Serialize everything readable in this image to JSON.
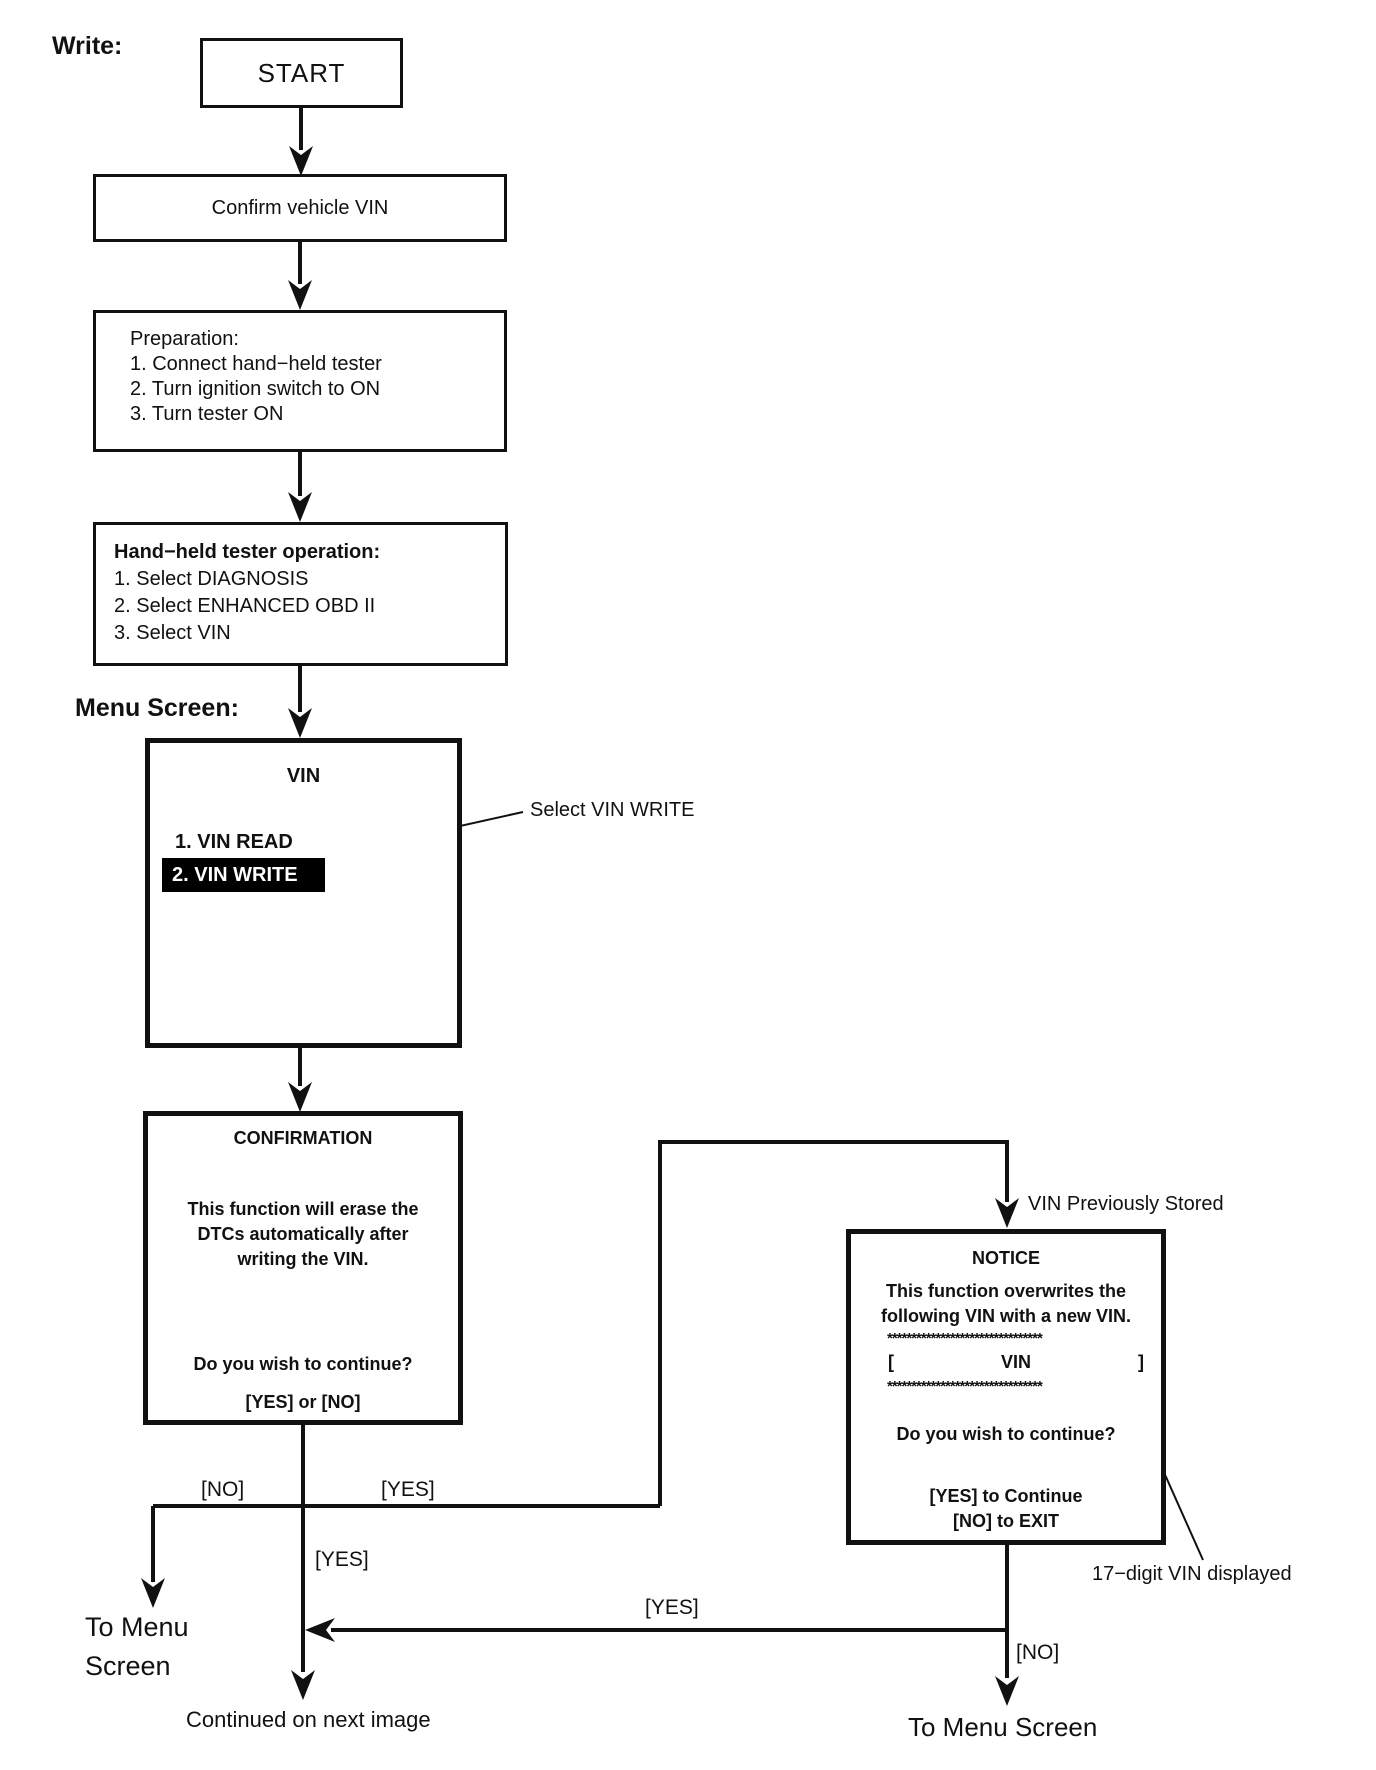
{
  "labels": {
    "write": "Write:",
    "menu_screen": "Menu Screen:",
    "select_vin_write": "Select VIN WRITE",
    "vin_previously_stored": "VIN Previously Stored",
    "seventeen_digit_vin": "17−digit VIN displayed",
    "to_menu_left_line1": "To Menu",
    "to_menu_left_line2": "Screen",
    "to_menu_right": "To Menu Screen",
    "continued": "Continued on next image",
    "no_left": "[NO]",
    "yes_top": "[YES]",
    "yes_mid": "[YES]",
    "yes_return": "[YES]",
    "no_right": "[NO]"
  },
  "nodes": {
    "start": {
      "title": "START"
    },
    "confirm": {
      "title": "Confirm vehicle VIN"
    },
    "preparation": {
      "title": "Preparation:",
      "steps": [
        "1. Connect hand−held tester",
        "2. Turn ignition switch to ON",
        "3. Turn tester ON"
      ]
    },
    "tester_operation": {
      "title": "Hand−held tester operation:",
      "steps": [
        "1. Select DIAGNOSIS",
        "2. Select ENHANCED OBD II",
        "3. Select VIN"
      ]
    },
    "vin_menu": {
      "title": "VIN",
      "item1": "1. VIN READ",
      "item2": "2. VIN WRITE"
    },
    "confirmation": {
      "title": "CONFIRMATION",
      "line1": "This function will erase the",
      "line2": "DTCs automatically after",
      "line3": "writing the VIN.",
      "question": "Do you wish to continue?",
      "options": "[YES] or [NO]"
    },
    "notice": {
      "title": "NOTICE",
      "line1": "This function overwrites the",
      "line2": "following VIN with a new VIN.",
      "stars1": "********************************",
      "bracket_open": "[",
      "vin_label": "VIN",
      "bracket_close": "]",
      "stars2": "********************************",
      "question": "Do you wish to continue?",
      "yes_line": "[YES] to Continue",
      "no_line": "[NO] to EXIT"
    }
  }
}
